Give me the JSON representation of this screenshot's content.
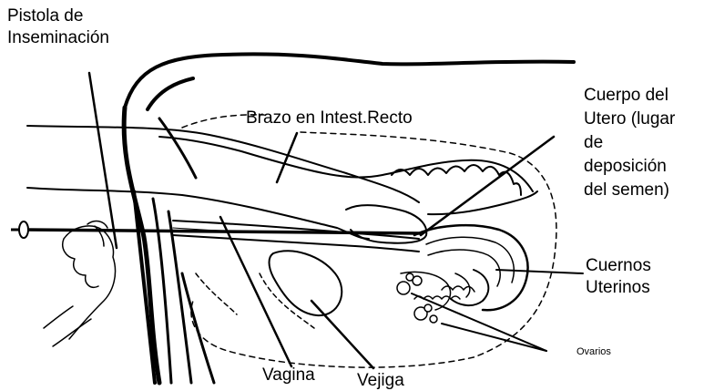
{
  "labels": {
    "pistola": [
      "Pistola de",
      "Inseminación"
    ],
    "brazo": "Brazo en Intest.Recto",
    "cuerpo": [
      "Cuerpo del",
      "Utero (lugar",
      "de",
      "deposición",
      "del semen)"
    ],
    "cuernos": [
      "Cuernos",
      "Uterinos"
    ],
    "ovarios": "Ovarios",
    "vagina": "Vagina",
    "vejiga": "Vejiga"
  },
  "colors": {
    "ink": "#000000",
    "background": "#ffffff"
  }
}
